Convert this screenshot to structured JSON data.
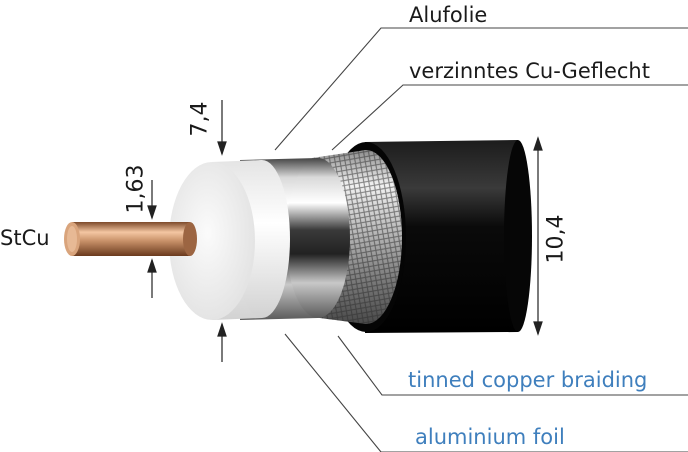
{
  "labels": {
    "top_1": "Alufolie",
    "top_2": "verzinntes Cu-Geflecht",
    "bottom_1": "tinned copper braiding",
    "bottom_2": "aluminium foil",
    "core": "StCu"
  },
  "dimensions": {
    "outer": "10,4",
    "dielectric": "7,4",
    "core": "1,63"
  },
  "colors": {
    "label_dark": "#1a1a1a",
    "label_blue": "#3f7fbd",
    "jacket": "#0c0c0c",
    "dielectric": "#f2f2f2",
    "copper": "#c9926a"
  }
}
